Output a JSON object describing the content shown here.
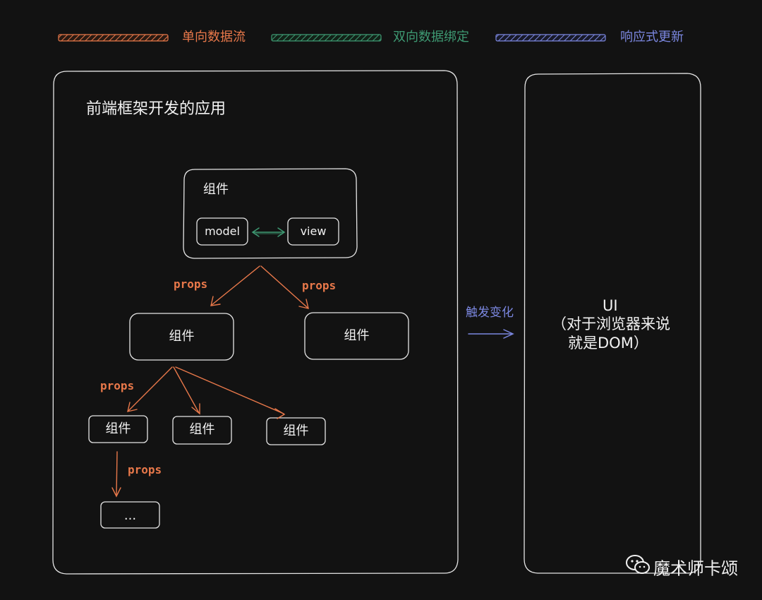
{
  "legend": [
    {
      "label": "单向数据流",
      "color": "#e8784a"
    },
    {
      "label": "双向数据绑定",
      "color": "#3e9a73"
    },
    {
      "label": "响应式更新",
      "color": "#7b87e0"
    }
  ],
  "app_container": {
    "title": "前端框架开发的应用"
  },
  "top_component": {
    "label": "组件",
    "model_label": "model",
    "view_label": "view"
  },
  "props_label": "props",
  "mid_components": [
    "组件",
    "组件"
  ],
  "leaf_components": [
    "组件",
    "组件",
    "组件"
  ],
  "ellipsis": "...",
  "trigger": {
    "label": "触发变化"
  },
  "ui_panel": {
    "line1": "UI",
    "line2": "（对于浏览器来说",
    "line3": "就是DOM）"
  },
  "watermark": "魔术师卡颂",
  "colors": {
    "background": "#121212",
    "one_way": "#e8784a",
    "two_way": "#3e9a73",
    "reactive": "#7b87e0",
    "stroke": "#e6e6e6"
  }
}
